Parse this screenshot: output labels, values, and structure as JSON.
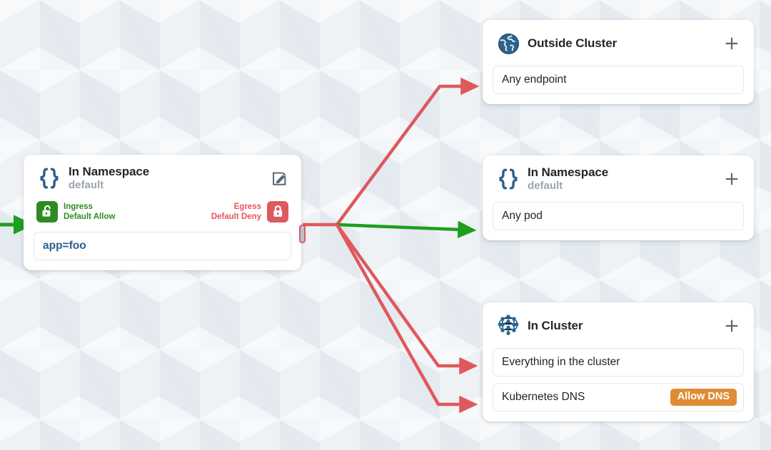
{
  "theme": {
    "background": "#eef2f5",
    "card_background": "#ffffff",
    "allow_green": "#2d8b22",
    "deny_red": "#dd5a5f",
    "edge_red": "#e0585c",
    "edge_green": "#1f9e1f",
    "accent_blue": "#2d5f8b",
    "badge_orange": "#e08b36",
    "title_color": "#20262c",
    "subtitle_color": "#9aa5af"
  },
  "source_card": {
    "icon": "curly-braces-icon",
    "title": "In Namespace",
    "subtitle": "default",
    "action_icon": "edit-pencil-icon",
    "ingress": {
      "icon": "unlocked-padlock-icon",
      "line1": "Ingress",
      "line2": "Default Allow"
    },
    "egress": {
      "icon": "locked-padlock-icon",
      "line1": "Egress",
      "line2": "Default Deny"
    },
    "entries": [
      {
        "label": "app=foo",
        "style": "accent"
      }
    ]
  },
  "target_cards": [
    {
      "id": "outside",
      "icon": "globe-icon",
      "title": "Outside Cluster",
      "subtitle": "",
      "action_icon": "plus-icon",
      "entries": [
        {
          "label": "Any endpoint",
          "badge": ""
        }
      ]
    },
    {
      "id": "namespace",
      "icon": "curly-braces-icon",
      "title": "In Namespace",
      "subtitle": "default",
      "action_icon": "plus-icon",
      "entries": [
        {
          "label": "Any pod",
          "badge": ""
        }
      ]
    },
    {
      "id": "cluster",
      "icon": "cluster-nodes-icon",
      "title": "In Cluster",
      "subtitle": "",
      "action_icon": "plus-icon",
      "entries": [
        {
          "label": "Everything in the cluster",
          "badge": ""
        },
        {
          "label": "Kubernetes DNS",
          "badge": "Allow DNS"
        }
      ]
    }
  ],
  "edges": [
    {
      "name": "ingress-into-source",
      "color": "#1f9e1f",
      "kind": "arrow-in"
    },
    {
      "name": "egress-to-outside-cluster",
      "color": "#e0585c",
      "kind": "denied"
    },
    {
      "name": "egress-to-in-namespace",
      "color": "#1f9e1f",
      "kind": "allowed"
    },
    {
      "name": "egress-to-everything-in-cluster",
      "color": "#e0585c",
      "kind": "denied"
    },
    {
      "name": "egress-to-kubernetes-dns",
      "color": "#e0585c",
      "kind": "denied"
    }
  ]
}
